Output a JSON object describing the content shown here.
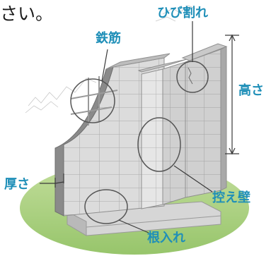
{
  "caption_fragment": "さい。",
  "labels": {
    "rebar": "鉄筋",
    "crack": "ひび割れ",
    "height": "高さ",
    "thickness": "厚さ",
    "buttress": "控え壁",
    "embedment": "根入れ"
  },
  "colors": {
    "label": "#1f8fb8",
    "leader": "#3a3a3a",
    "ground": "#a9cf7e",
    "wall_light": "#e4e4e4",
    "wall_mid": "#cfcfcf",
    "wall_dark": "#a8a8a8"
  }
}
